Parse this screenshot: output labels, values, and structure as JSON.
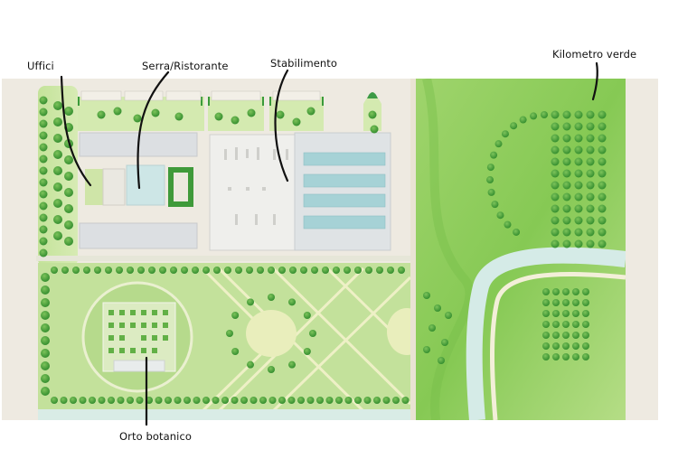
{
  "labels": {
    "uffici": "Uffici",
    "serra_ristorante": "Serra/Ristorante",
    "stabilimento": "Stabilimento",
    "kilometro_verde": "Kilometro verde",
    "orto_botanico": "Orto botanico"
  },
  "colors": {
    "paper": "#eeeae1",
    "lawn_light": "#cfe7a8",
    "lawn_mid": "#a9d67e",
    "meadow": "#8ccc5e",
    "tree_dark": "#3f9a35",
    "tree_mid": "#5fb043",
    "building_roof": "#dcdee0",
    "factory_floor": "#eeeeec",
    "glass_panels": "#a8d3d6",
    "river": "#d6ece9",
    "path": "#eef0c8",
    "leader_line": "#111111"
  }
}
